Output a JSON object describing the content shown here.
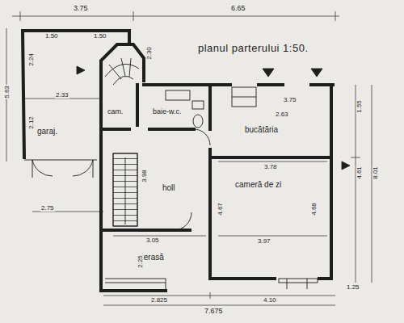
{
  "diagram": {
    "title": "planul parterului 1:50.",
    "labels": [
      "3.75",
      "6.65",
      "1.50",
      "1.50",
      "2.24",
      "2.33",
      "2.12",
      "garaj.",
      "2.30",
      "cam.",
      "baie-w.c.",
      "bucătăria",
      "2.63",
      "3.75",
      "3.78",
      "holl",
      "3.98",
      "cameră de zi",
      "4.68",
      "4.67",
      "2.75",
      "3.05",
      "3.97",
      "terasă",
      "2.25",
      "2.825",
      "4.10",
      "7.675",
      "4.61",
      "8.01",
      "1.55",
      "5.63",
      "1.25"
    ]
  }
}
